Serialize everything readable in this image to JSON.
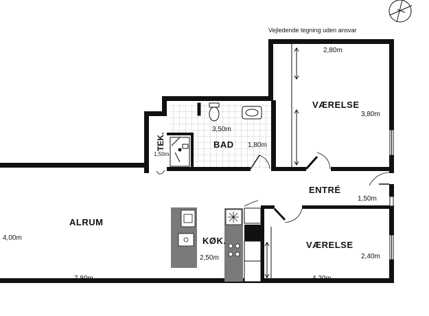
{
  "note": "Vejledende tegning uden ansvar",
  "rooms": {
    "vaerelse_top": "VÆRELSE",
    "bad": "BAD",
    "tek": "TEK.",
    "entre": "ENTRÉ",
    "alrum": "ALRUM",
    "kok": "KØK.",
    "vaerelse_bottom": "VÆRELSE"
  },
  "dims": {
    "vt_width": "2,80m",
    "vt_height": "3,80m",
    "bad_width": "3,50m",
    "bad_height": "1,80m",
    "tek": "1,50m",
    "entre": "1,50m",
    "alrum_height": "4,00m",
    "alrum_width": "7,80m",
    "kok": "2,50m",
    "vb_height": "2,40m",
    "vb_width": "4,20m"
  }
}
